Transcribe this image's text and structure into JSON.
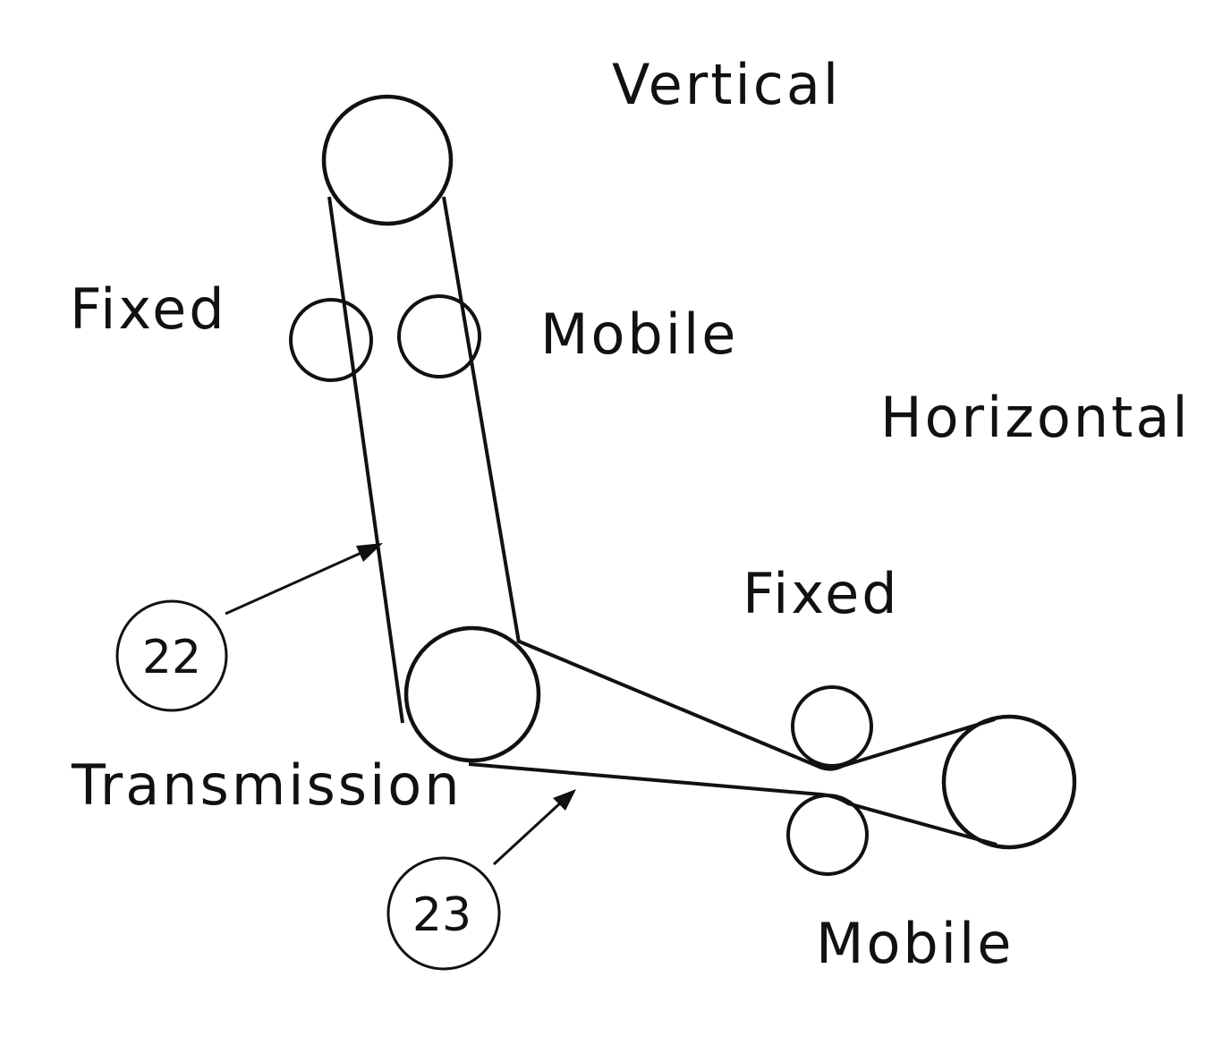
{
  "labels": {
    "vertical": "Vertical",
    "fixed_top": "Fixed",
    "mobile_top": "Mobile",
    "horizontal": "Horizontal",
    "fixed_bottom": "Fixed",
    "transmission": "Transmission",
    "mobile_bottom": "Mobile"
  },
  "callouts": {
    "belt_vertical": "22",
    "belt_horizontal": "23"
  }
}
